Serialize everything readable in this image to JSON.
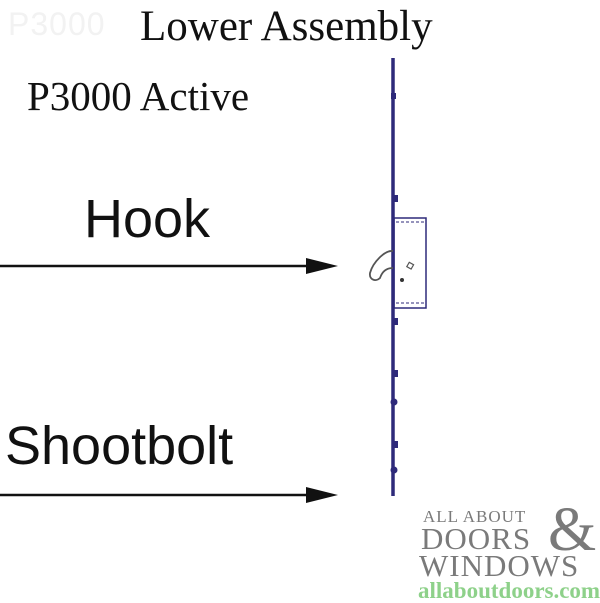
{
  "watermark": "P3000",
  "title": "Lower Assembly",
  "subtitle": "P3000 Active",
  "labels": {
    "hook": "Hook",
    "shootbolt": "Shootbolt"
  },
  "colors": {
    "bar": "#2e2a7a",
    "text": "#111111",
    "logo_gray": "#7a7a7a",
    "logo_green": "#8ed18a"
  },
  "logo": {
    "line1": "ALL ABOUT",
    "line2": "DOORS",
    "ampersand": "&",
    "line3": "WINDOWS",
    "url": "allaboutdoors.com"
  }
}
